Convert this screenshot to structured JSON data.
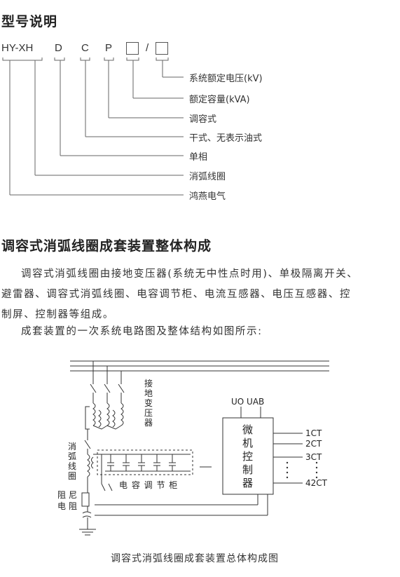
{
  "section1": {
    "title": "型号说明",
    "code": {
      "hy_xh": "HY-XH",
      "d": "D",
      "c": "C",
      "p": "P",
      "slash": "/"
    },
    "legend": [
      "系统额定电压(kV)",
      "额定容量(kVA)",
      "调容式",
      "干式、无表示油式",
      "单相",
      "消弧线圈",
      "鸿燕电气"
    ]
  },
  "section2": {
    "title": "调容式消弧线圈成套装置整体构成",
    "paragraph_lines": [
      "调容式消弧线圈由接地变压器(系统无中性点时用)、单极隔离开关、",
      "避雷器、调容式消弧线圈、电容调节柜、电流互感器、电压互感器、控",
      "制屏、控制器等组成。"
    ],
    "paragraph2": "成套装置的一次系统电路图及整体结构如图所示:"
  },
  "diagram": {
    "grounding_transformer": [
      "接",
      "地",
      "变",
      "压",
      "器"
    ],
    "arc_coil": [
      "消",
      "弧",
      "线",
      "圈"
    ],
    "capacitor_cabinet": "电 容 调 节 柜",
    "damping_left": [
      "阻",
      "电"
    ],
    "damping_right": [
      "尼",
      "阻"
    ],
    "uo_uab": "UO UAB",
    "controller": [
      "微",
      "机",
      "控",
      "制",
      "器"
    ],
    "ct_labels": [
      "1CT",
      "2CT",
      "3CT",
      "42CT"
    ],
    "caption": "调容式消弧线圈成套装置总体构成图"
  }
}
